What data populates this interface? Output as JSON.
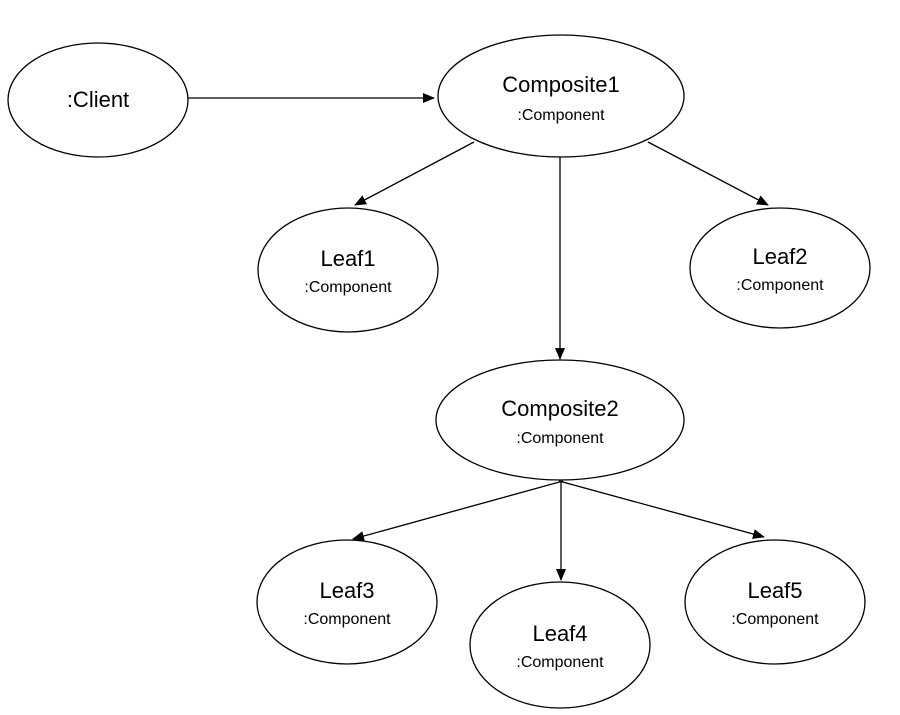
{
  "diagram": {
    "type": "object-diagram",
    "background_color": "#ffffff",
    "stroke_color": "#000000"
  },
  "nodes": {
    "client": {
      "label": ":Client",
      "sublabel": ""
    },
    "composite1": {
      "label": "Composite1",
      "sublabel": ":Component"
    },
    "leaf1": {
      "label": "Leaf1",
      "sublabel": ":Component"
    },
    "leaf2": {
      "label": "Leaf2",
      "sublabel": ":Component"
    },
    "composite2": {
      "label": "Composite2",
      "sublabel": ":Component"
    },
    "leaf3": {
      "label": "Leaf3",
      "sublabel": ":Component"
    },
    "leaf4": {
      "label": "Leaf4",
      "sublabel": ":Component"
    },
    "leaf5": {
      "label": "Leaf5",
      "sublabel": ":Component"
    }
  },
  "edges": [
    {
      "from": ":Client",
      "to": "Composite1"
    },
    {
      "from": "Composite1",
      "to": "Leaf1"
    },
    {
      "from": "Composite1",
      "to": "Composite2"
    },
    {
      "from": "Composite1",
      "to": "Leaf2"
    },
    {
      "from": "Composite2",
      "to": "Leaf3"
    },
    {
      "from": "Composite2",
      "to": "Leaf4"
    },
    {
      "from": "Composite2",
      "to": "Leaf5"
    }
  ]
}
